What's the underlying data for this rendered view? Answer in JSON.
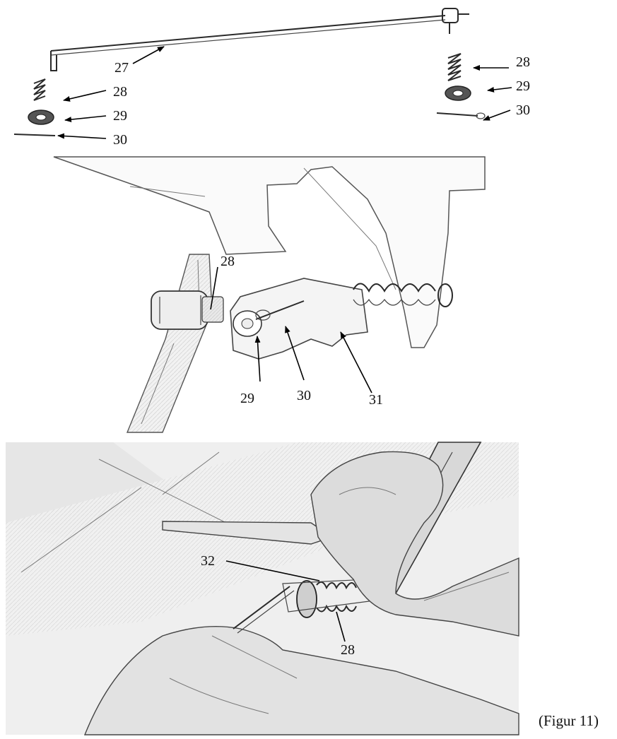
{
  "figure": {
    "caption": "(Figur 11)",
    "top_panel_labels": {
      "rod": "27",
      "left_spring": "28",
      "left_washer": "29",
      "left_pin": "30",
      "right_spring": "28",
      "right_washer": "29",
      "right_pin": "30"
    },
    "middle_panel_labels": {
      "spring": "28",
      "washer": "29",
      "pin": "30",
      "bracket": "31"
    },
    "bottom_panel_labels": {
      "tool_tip": "32",
      "spring": "28"
    }
  }
}
